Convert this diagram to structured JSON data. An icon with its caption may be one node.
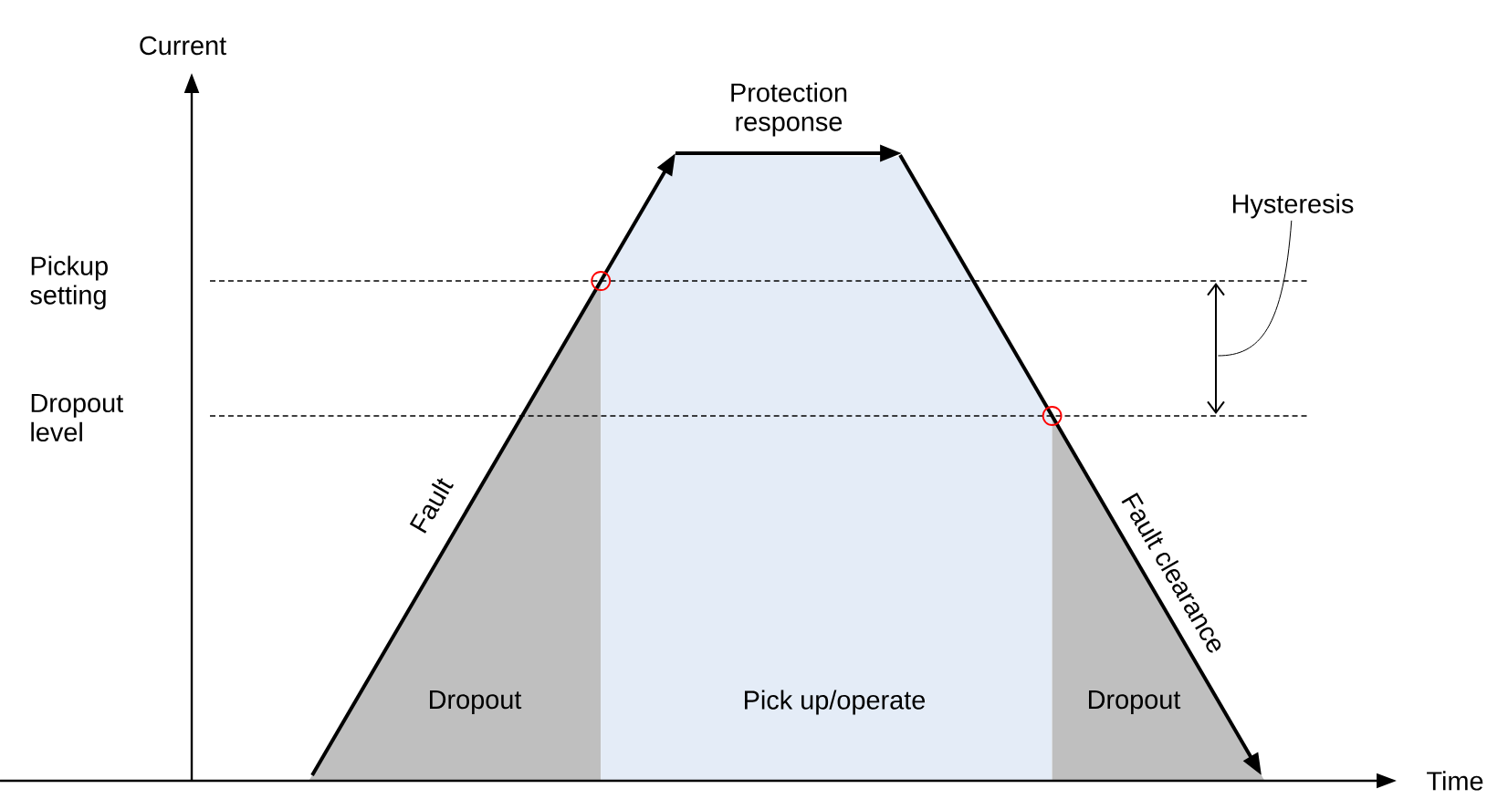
{
  "diagram": {
    "nodes": [
      {
        "text": [
          "Hysteresis"
        ]
      },
      {
        "text": [
          "Dropout"
        ]
      },
      {
        "text": [
          "Pick up/operate"
        ]
      },
      {
        "text": [
          "Dropout"
        ]
      },
      {
        "text": [],
        "shape": "arrow"
      }
    ],
    "edges": [
      {
        "from": 0,
        "to": 4,
        "arrow": "none"
      }
    ],
    "labels": [
      "Current",
      "Protection response",
      "Pickup setting",
      "Dropout level",
      "Fault",
      "Fault clearance",
      "Time"
    ]
  }
}
